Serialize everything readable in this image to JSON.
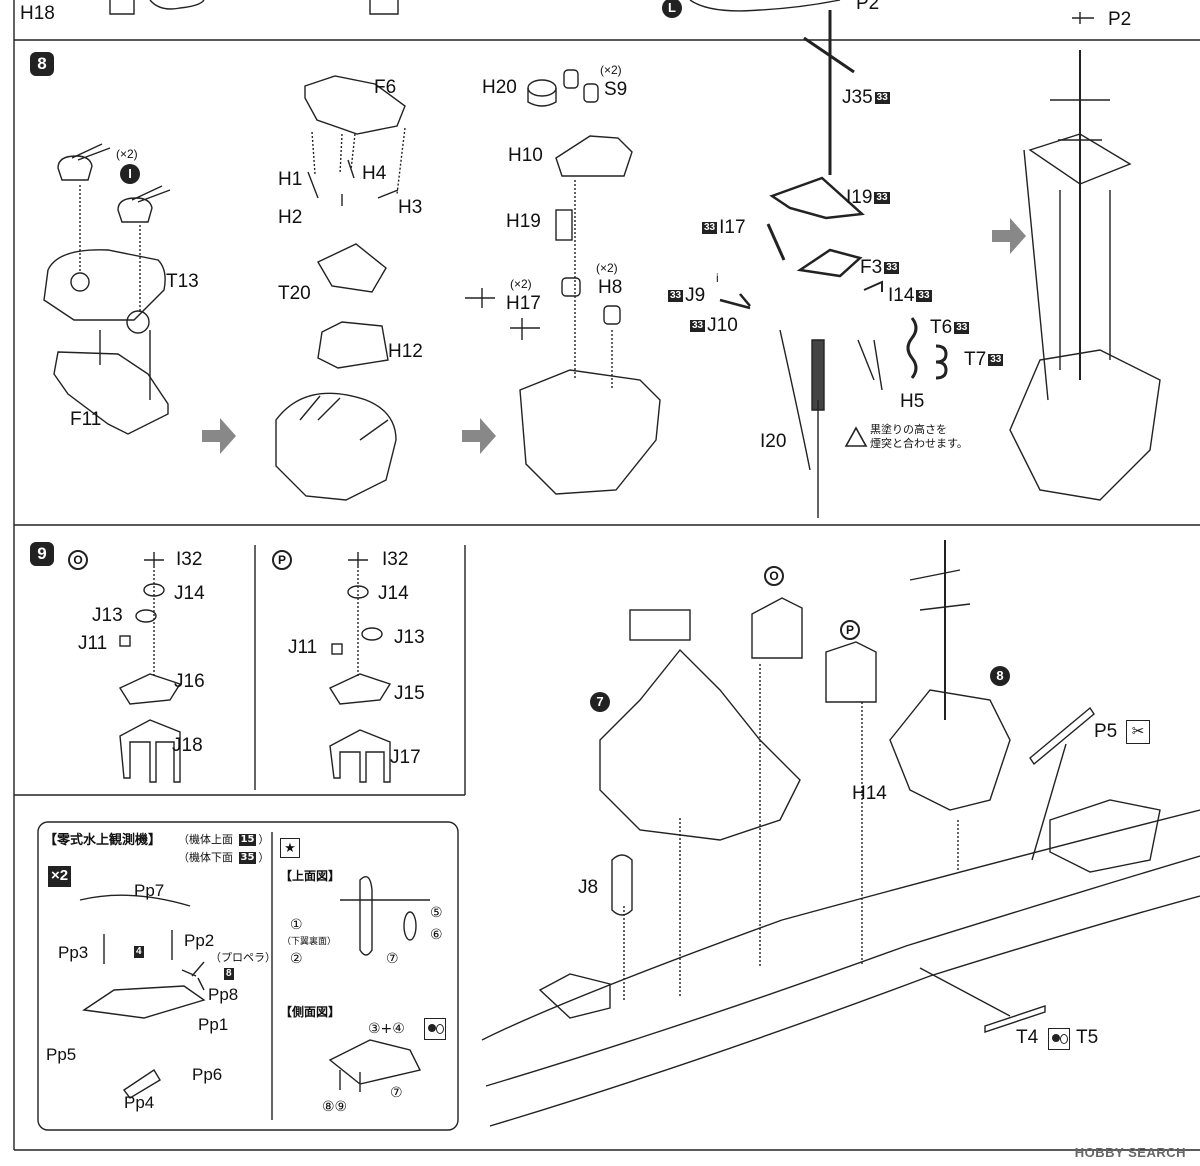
{
  "top_strip": {
    "labels": [
      "H18",
      "P2",
      "P2"
    ],
    "circle_L": "L"
  },
  "step8": {
    "number": "8",
    "col1": {
      "qty": "(×2)",
      "ref": "I",
      "parts": [
        "T13",
        "F11"
      ]
    },
    "col2": {
      "parts": [
        "F6",
        "H1",
        "H4",
        "H2",
        "H3",
        "T20",
        "H12"
      ]
    },
    "col3": {
      "parts": [
        "H20",
        "S9",
        "H10",
        "H19",
        "H17",
        "H8"
      ],
      "qty_s9": "(×2)",
      "qty_h17": "(×2)",
      "qty_h8": "(×2)"
    },
    "col4": {
      "parts": [
        "J35",
        "I19",
        "I17",
        "F3",
        "J9",
        "I14",
        "J10",
        "T6",
        "T7",
        "H5",
        "I20"
      ],
      "badge": "33",
      "small_i": "i",
      "warning": [
        "黒塗りの高さを",
        "煙突と合わせます。"
      ]
    }
  },
  "step9": {
    "number": "9",
    "sub_O": {
      "mark": "O",
      "parts": [
        "I32",
        "J14",
        "J13",
        "J11",
        "J16",
        "J18"
      ]
    },
    "sub_P": {
      "mark": "P",
      "parts": [
        "I32",
        "J14",
        "J11",
        "J13",
        "J15",
        "J17"
      ]
    },
    "plane": {
      "title": "【零式水上観測機】",
      "legend_top": "（機体上面",
      "legend_top_badge": "15",
      "legend_bottom": "（機体下面",
      "legend_bottom_badge": "35",
      "close": "）",
      "qty": "×2",
      "parts": [
        "Pp7",
        "Pp3",
        "Pp2",
        "Pp8",
        "Pp1",
        "Pp5",
        "Pp6",
        "Pp4"
      ],
      "badge4": "4",
      "badge8": "8",
      "propeller": "（プロペラ）",
      "top_view": "【上面図】",
      "side_view": "【側面図】",
      "lower_wing": "（下翼裏面）",
      "numbers": [
        "①",
        "②",
        "⑤",
        "⑥",
        "⑦",
        "③+④",
        "⑦",
        "⑧⑨"
      ]
    },
    "ship": {
      "marks": [
        "O",
        "P",
        "7",
        "8"
      ],
      "parts": [
        "P5",
        "H14",
        "J8",
        "T4",
        "T5"
      ]
    }
  },
  "watermark": "HOBBY SEARCH"
}
